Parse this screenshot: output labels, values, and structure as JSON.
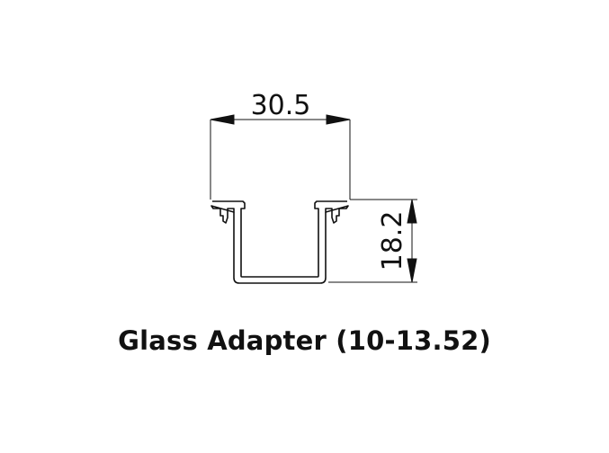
{
  "drawing": {
    "width_dimension": "30.5",
    "height_dimension": "18.2",
    "line_color": "#111111"
  },
  "caption": "Glass Adapter (10-13.52)"
}
